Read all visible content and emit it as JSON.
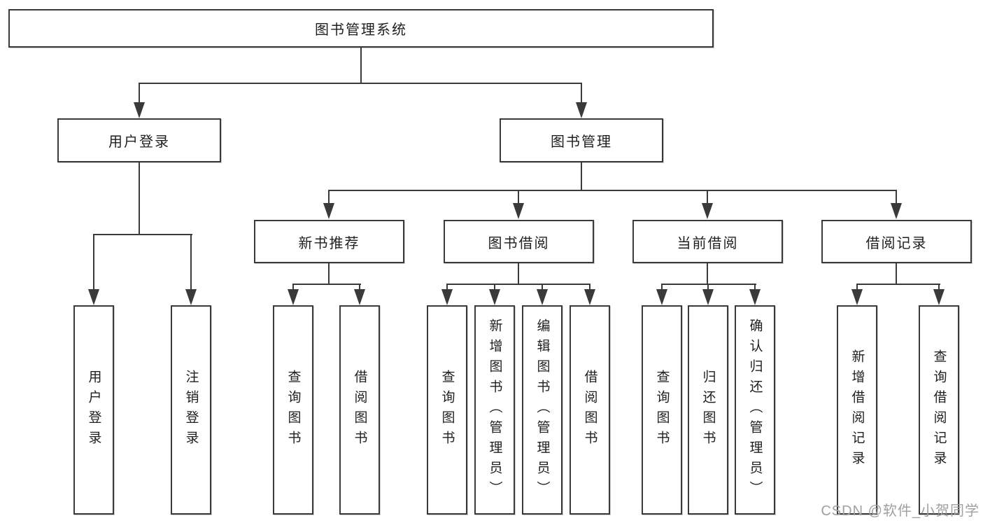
{
  "tree": {
    "label": "图书管理系统",
    "children": [
      {
        "label": "用户登录",
        "children": [
          {
            "label": "用户登录"
          },
          {
            "label": "注销登录"
          }
        ]
      },
      {
        "label": "图书管理",
        "children": [
          {
            "label": "新书推荐",
            "children": [
              {
                "label": "查询图书"
              },
              {
                "label": "借阅图书"
              }
            ]
          },
          {
            "label": "图书借阅",
            "children": [
              {
                "label": "查询图书"
              },
              {
                "label": "新增图书（管理员）"
              },
              {
                "label": "编辑图书（管理员）"
              },
              {
                "label": "借阅图书"
              }
            ]
          },
          {
            "label": "当前借阅",
            "children": [
              {
                "label": "查询图书"
              },
              {
                "label": "归还图书"
              },
              {
                "label": "确认归还（管理员）"
              }
            ]
          },
          {
            "label": "借阅记录",
            "children": [
              {
                "label": "新增借阅记录"
              },
              {
                "label": "查询借阅记录"
              }
            ]
          }
        ]
      }
    ]
  },
  "watermark": {
    "text": "CSDN @软件_小贺同学"
  },
  "colors": {
    "line": "#3a3a3a",
    "text": "#1f1f1f",
    "watermark": "#a0a0a3",
    "background": "#ffffff"
  }
}
